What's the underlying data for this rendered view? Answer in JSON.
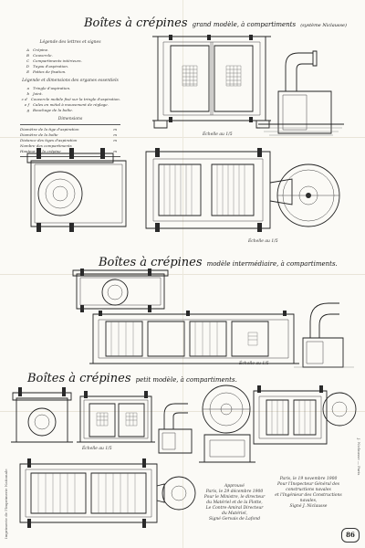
{
  "titles": {
    "grand": {
      "main": "Boîtes à crépines",
      "sub": "grand modèle, à compartiments",
      "note": "(système Niclausse)"
    },
    "intermediaire": {
      "main": "Boîtes à crépines",
      "sub": "modèle intermédiaire, à compartiments."
    },
    "petit": {
      "main": "Boîtes à crépines",
      "sub": "petit modèle, à compartiments."
    }
  },
  "legend": {
    "heading1": "Légende des lettres et signes",
    "items1": [
      {
        "key": "A",
        "text": "Crépine."
      },
      {
        "key": "B",
        "text": "Couvercle."
      },
      {
        "key": "C",
        "text": "Compartiments intérieurs."
      },
      {
        "key": "D",
        "text": "Tuyau d'aspiration."
      },
      {
        "key": "E",
        "text": "Pattes de fixation."
      }
    ],
    "heading2": "Légende et dimensions des organes essentiels",
    "items2": [
      {
        "key": "a",
        "text": "Tringle d'aspiration."
      },
      {
        "key": "b",
        "text": "Joint."
      },
      {
        "key": "c d",
        "text": "Couvercle mobile fixé sur la tringle d'aspiration."
      },
      {
        "key": "e f",
        "text": "Cales en métal à mouvement de réglage."
      },
      {
        "key": "g",
        "text": "Bouchage de la boîte."
      }
    ],
    "heading3": "Dimensions",
    "nomenclature": [
      {
        "label": "Diamètre de la tige d'aspiration",
        "value": "m"
      },
      {
        "label": "Diamètre de la boîte",
        "value": "m"
      },
      {
        "label": "Distance des tiges d'aspiration",
        "value": "m"
      },
      {
        "label": "Nombre des compartiments",
        "value": ""
      },
      {
        "label": "Hauteur de la crépine",
        "value": "m"
      }
    ]
  },
  "scales": {
    "s1": "Échelle au 1/5",
    "s2": "Échelle au 1/5",
    "s3": "Échelle au 1/5",
    "s4": "Échelle au 1/5"
  },
  "approval": {
    "left": [
      "Approuvé",
      "Paris, le 29 décembre 1900",
      "Pour le Ministre, le directeur",
      "du Matériel et de la Flotte,",
      "Le Contre-Amiral Directeur du Matériel,",
      "Signé Gervais de Lafond"
    ],
    "right": [
      "Paris, le 19 novembre 1900",
      "Pour l'Inspecteur Général des constructions navales",
      "et l'Ingénieur des Constructions navales,",
      "Signé J. Niclausse"
    ]
  },
  "margins": {
    "left": "Imprimerie de l'Imprimerie Nationale",
    "right": "J. Niclausse — Paris",
    "plate_number": "86"
  }
}
